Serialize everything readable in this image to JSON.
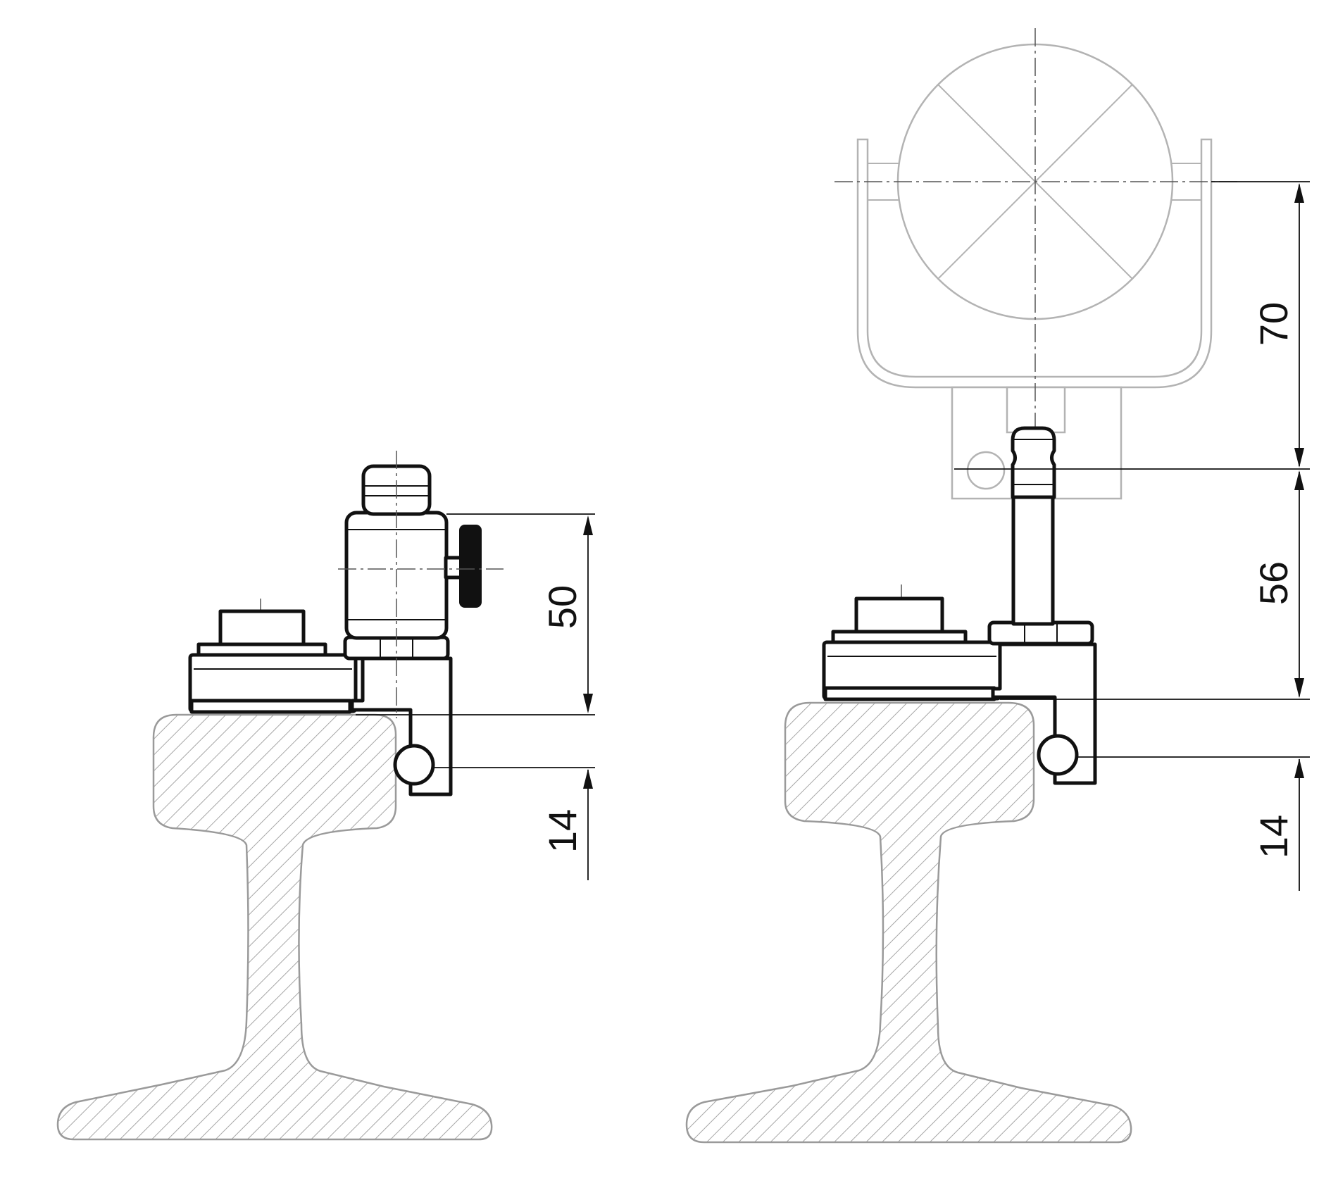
{
  "dimensions": {
    "left_height": "50",
    "left_offset": "14",
    "right_prism_height": "70",
    "right_adapter_height": "56",
    "right_offset": "14"
  },
  "colors": {
    "line": "#111111",
    "ghost": "#b3b3b3",
    "hatch": "#9a9a9a"
  }
}
